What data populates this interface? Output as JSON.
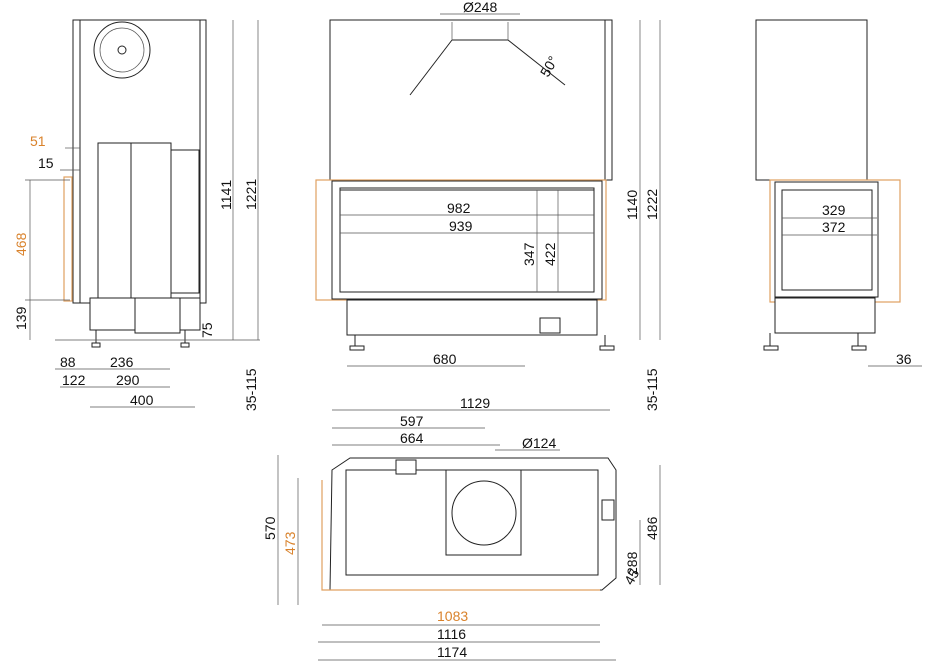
{
  "colors": {
    "line": "#222222",
    "accent": "#d9822b",
    "glass_outline": "#e0a060"
  },
  "side_left": {
    "dims": {
      "d51": "51",
      "d15": "15",
      "d468": "468",
      "d139": "139",
      "d1141": "1141",
      "d1221": "1221",
      "d75": "75",
      "d88": "88",
      "d122": "122",
      "d236": "236",
      "d290": "290",
      "d400": "400",
      "legs": "35-115"
    }
  },
  "front": {
    "dims": {
      "flue": "Ø248",
      "angle": "50°",
      "w982": "982",
      "w939": "939",
      "h347": "347",
      "h422": "422",
      "h1140": "1140",
      "h1222": "1222",
      "w680": "680",
      "legs": "35-115"
    }
  },
  "side_right": {
    "dims": {
      "w329": "329",
      "w372": "372",
      "d36": "36"
    }
  },
  "top": {
    "dims": {
      "w1129": "1129",
      "w597": "597",
      "w664": "664",
      "flue": "Ø124",
      "d570": "570",
      "d473": "473",
      "d486": "486",
      "d288": "288",
      "d45": "45",
      "w1083": "1083",
      "w1116": "1116",
      "w1174": "1174"
    }
  }
}
